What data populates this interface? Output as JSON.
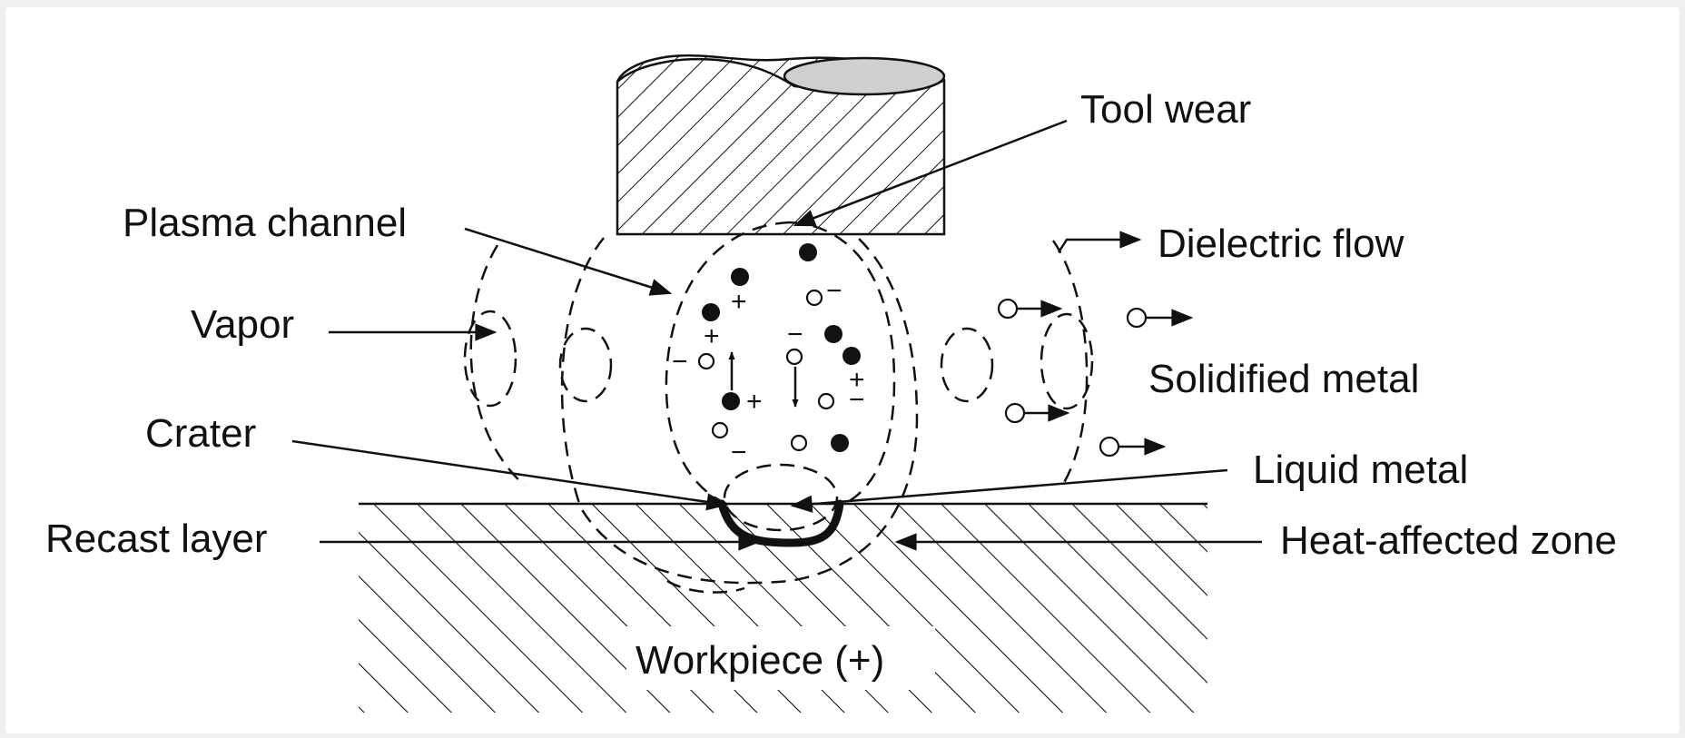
{
  "labels": {
    "tool_wear": "Tool wear",
    "plasma_channel": "Plasma channel",
    "dielectric_flow": "Dielectric flow",
    "vapor": "Vapor",
    "solidified_metal": "Solidified metal",
    "crater": "Crater",
    "liquid_metal": "Liquid metal",
    "recast_layer": "Recast layer",
    "heat_affected_zone": "Heat-affected zone",
    "workpiece": "Workpiece (+)"
  },
  "signs": {
    "plus": "+",
    "minus": "−"
  },
  "colors": {
    "ink": "#111111",
    "background": "#ffffff",
    "tool_top": "#cfcfcf"
  }
}
